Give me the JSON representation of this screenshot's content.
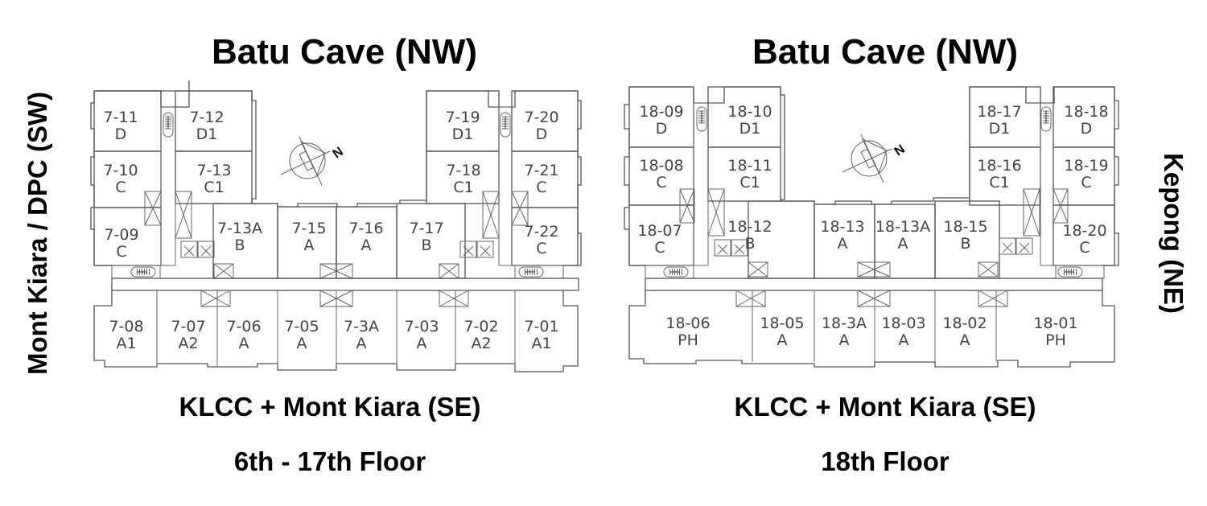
{
  "labels": {
    "side_left": "Mont Kiara / DPC (SW)",
    "side_right": "Kepong (NE)"
  },
  "plans": [
    {
      "top_title": "Batu Cave (NW)",
      "bottom_title": "KLCC + Mont Kiara (SE)",
      "floor_title": "6th - 17th Floor",
      "compass_label": "N",
      "units": [
        {
          "id": "7-11",
          "type": "D"
        },
        {
          "id": "7-12",
          "type": "D1"
        },
        {
          "id": "7-10",
          "type": "C"
        },
        {
          "id": "7-13",
          "type": "C1"
        },
        {
          "id": "7-09",
          "type": "C"
        },
        {
          "id": "7-13A",
          "type": "B"
        },
        {
          "id": "7-15",
          "type": "A"
        },
        {
          "id": "7-16",
          "type": "A"
        },
        {
          "id": "7-17",
          "type": "B"
        },
        {
          "id": "7-19",
          "type": "D1"
        },
        {
          "id": "7-20",
          "type": "D"
        },
        {
          "id": "7-18",
          "type": "C1"
        },
        {
          "id": "7-21",
          "type": "C"
        },
        {
          "id": "7-22",
          "type": "C"
        },
        {
          "id": "7-08",
          "type": "A1"
        },
        {
          "id": "7-07",
          "type": "A2"
        },
        {
          "id": "7-06",
          "type": "A"
        },
        {
          "id": "7-05",
          "type": "A"
        },
        {
          "id": "7-3A",
          "type": "A"
        },
        {
          "id": "7-03",
          "type": "A"
        },
        {
          "id": "7-02",
          "type": "A2"
        },
        {
          "id": "7-01",
          "type": "A1"
        }
      ]
    },
    {
      "top_title": "Batu Cave (NW)",
      "bottom_title": "KLCC + Mont Kiara (SE)",
      "floor_title": "18th Floor",
      "compass_label": "N",
      "units": [
        {
          "id": "18-09",
          "type": "D"
        },
        {
          "id": "18-10",
          "type": "D1"
        },
        {
          "id": "18-08",
          "type": "C"
        },
        {
          "id": "18-11",
          "type": "C1"
        },
        {
          "id": "18-07",
          "type": "C"
        },
        {
          "id": "18-12",
          "type": "B"
        },
        {
          "id": "18-13",
          "type": "A"
        },
        {
          "id": "18-13A",
          "type": "A"
        },
        {
          "id": "18-15",
          "type": "B"
        },
        {
          "id": "18-17",
          "type": "D1"
        },
        {
          "id": "18-18",
          "type": "D"
        },
        {
          "id": "18-16",
          "type": "C1"
        },
        {
          "id": "18-19",
          "type": "C"
        },
        {
          "id": "18-20",
          "type": "C"
        },
        {
          "id": "18-06",
          "type": "PH"
        },
        {
          "id": "18-05",
          "type": "A"
        },
        {
          "id": "18-3A",
          "type": "A"
        },
        {
          "id": "18-03",
          "type": "A"
        },
        {
          "id": "18-02",
          "type": "A"
        },
        {
          "id": "18-01",
          "type": "PH"
        }
      ]
    }
  ]
}
